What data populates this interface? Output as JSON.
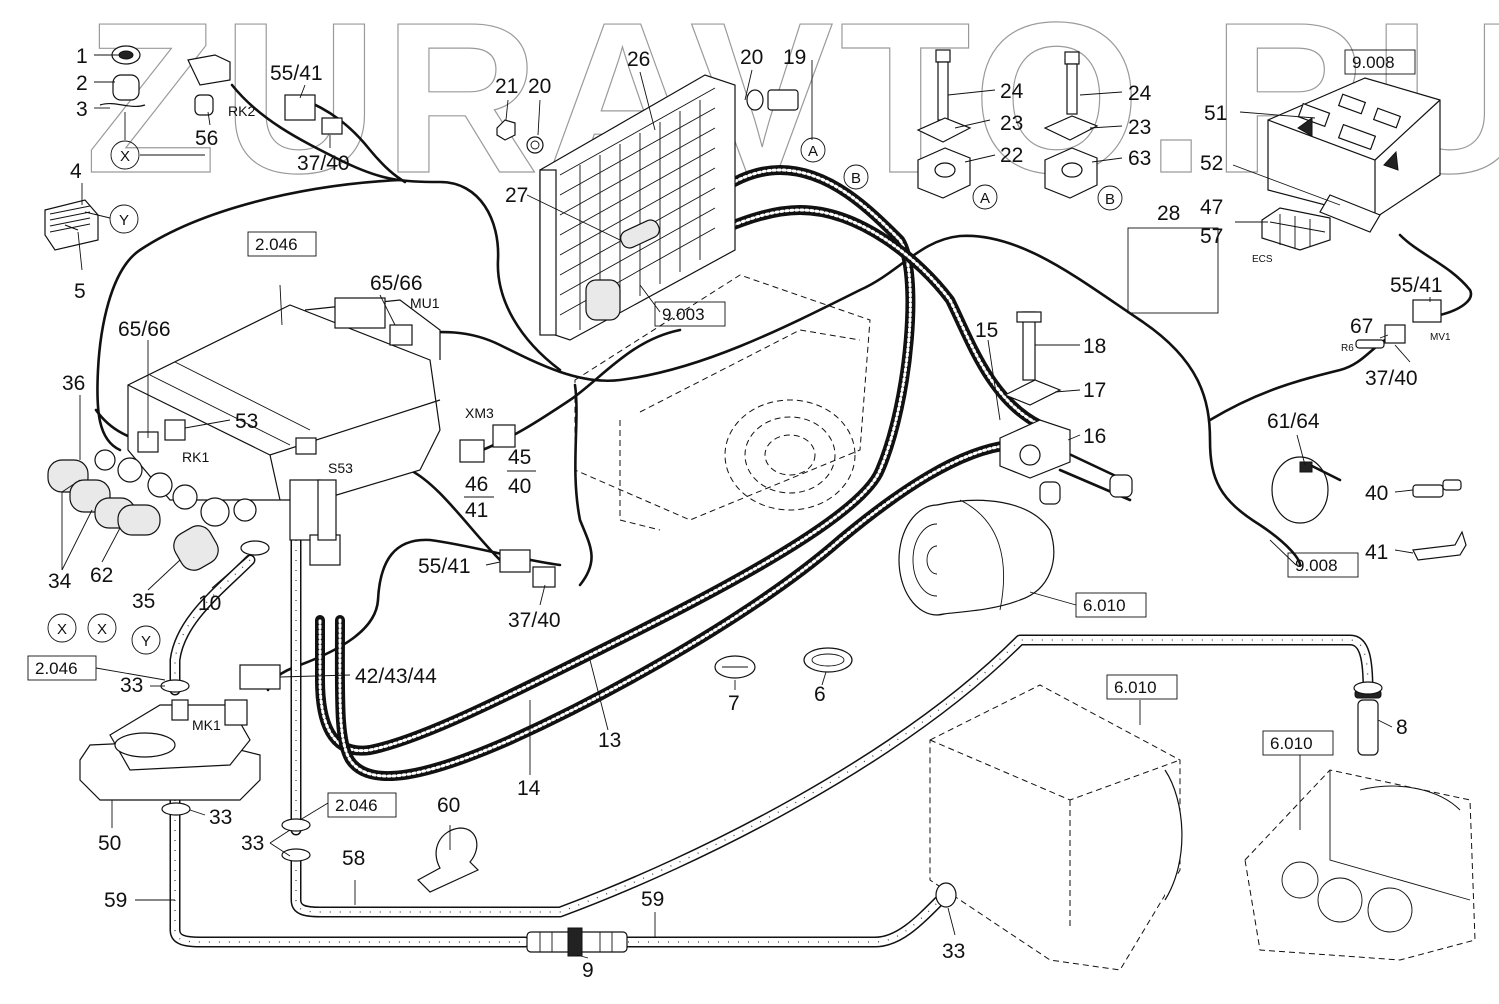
{
  "watermark": "ZURAVTO.RU",
  "callouts": [
    {
      "id": "c-1",
      "text": "1"
    },
    {
      "id": "c-2",
      "text": "2"
    },
    {
      "id": "c-3",
      "text": "3"
    },
    {
      "id": "c-4",
      "text": "4"
    },
    {
      "id": "c-5",
      "text": "5"
    },
    {
      "id": "c-56",
      "text": "56"
    },
    {
      "id": "c-55-41-a",
      "text": "55/41"
    },
    {
      "id": "c-37-40-a",
      "text": "37/40"
    },
    {
      "id": "c-21",
      "text": "21"
    },
    {
      "id": "c-20-a",
      "text": "20"
    },
    {
      "id": "c-26",
      "text": "26"
    },
    {
      "id": "c-20-b",
      "text": "20"
    },
    {
      "id": "c-19",
      "text": "19"
    },
    {
      "id": "c-27",
      "text": "27"
    },
    {
      "id": "c-24-a",
      "text": "24"
    },
    {
      "id": "c-23-a",
      "text": "23"
    },
    {
      "id": "c-22",
      "text": "22"
    },
    {
      "id": "c-24-b",
      "text": "24"
    },
    {
      "id": "c-23-b",
      "text": "23"
    },
    {
      "id": "c-63",
      "text": "63"
    },
    {
      "id": "c-51",
      "text": "51"
    },
    {
      "id": "c-52",
      "text": "52"
    },
    {
      "id": "c-28",
      "text": "28"
    },
    {
      "id": "c-47",
      "text": "47"
    },
    {
      "id": "c-57",
      "text": "57"
    },
    {
      "id": "c-55-41-b",
      "text": "55/41"
    },
    {
      "id": "c-67",
      "text": "67"
    },
    {
      "id": "c-37-40-b",
      "text": "37/40"
    },
    {
      "id": "c-65-66-a",
      "text": "65/66"
    },
    {
      "id": "c-65-66-b",
      "text": "65/66"
    },
    {
      "id": "c-36",
      "text": "36"
    },
    {
      "id": "c-53",
      "text": "53"
    },
    {
      "id": "c-15",
      "text": "15"
    },
    {
      "id": "c-18",
      "text": "18"
    },
    {
      "id": "c-17",
      "text": "17"
    },
    {
      "id": "c-16",
      "text": "16"
    },
    {
      "id": "c-61-64",
      "text": "61/64"
    },
    {
      "id": "c-40",
      "text": "40"
    },
    {
      "id": "c-41",
      "text": "41"
    },
    {
      "id": "c-45",
      "text": "45"
    },
    {
      "id": "c-40-frac",
      "text": "40"
    },
    {
      "id": "c-46",
      "text": "46"
    },
    {
      "id": "c-41-frac",
      "text": "41"
    },
    {
      "id": "c-34",
      "text": "34"
    },
    {
      "id": "c-62",
      "text": "62"
    },
    {
      "id": "c-35",
      "text": "35"
    },
    {
      "id": "c-10",
      "text": "10"
    },
    {
      "id": "c-55-41-c",
      "text": "55/41"
    },
    {
      "id": "c-37-40-c",
      "text": "37/40"
    },
    {
      "id": "c-33-a",
      "text": "33"
    },
    {
      "id": "c-42-43-44",
      "text": "42/43/44"
    },
    {
      "id": "c-13",
      "text": "13"
    },
    {
      "id": "c-14",
      "text": "14"
    },
    {
      "id": "c-7",
      "text": "7"
    },
    {
      "id": "c-6",
      "text": "6"
    },
    {
      "id": "c-8",
      "text": "8"
    },
    {
      "id": "c-50",
      "text": "50"
    },
    {
      "id": "c-33-b",
      "text": "33"
    },
    {
      "id": "c-33-c",
      "text": "33"
    },
    {
      "id": "c-60",
      "text": "60"
    },
    {
      "id": "c-58",
      "text": "58"
    },
    {
      "id": "c-59-a",
      "text": "59"
    },
    {
      "id": "c-59-b",
      "text": "59"
    },
    {
      "id": "c-9",
      "text": "9"
    },
    {
      "id": "c-33-d",
      "text": "33"
    }
  ],
  "refBoxes": [
    {
      "id": "ref-9008-top",
      "text": "9.008"
    },
    {
      "id": "ref-2046-top",
      "text": "2.046"
    },
    {
      "id": "ref-9003",
      "text": "9.003"
    },
    {
      "id": "ref-9008-right",
      "text": "9.008"
    },
    {
      "id": "ref-6010-comp",
      "text": "6.010"
    },
    {
      "id": "ref-2046-left",
      "text": "2.046"
    },
    {
      "id": "ref-6010-heater",
      "text": "6.010"
    },
    {
      "id": "ref-6010-engine",
      "text": "6.010"
    },
    {
      "id": "ref-2046-bottom",
      "text": "2.046"
    }
  ],
  "circleMarkers": [
    {
      "id": "m-x-1",
      "text": "X"
    },
    {
      "id": "m-y-1",
      "text": "Y"
    },
    {
      "id": "m-a-1",
      "text": "A"
    },
    {
      "id": "m-b-1",
      "text": "B"
    },
    {
      "id": "m-a-2",
      "text": "A"
    },
    {
      "id": "m-b-2",
      "text": "B"
    },
    {
      "id": "m-x-2",
      "text": "X"
    },
    {
      "id": "m-x-3",
      "text": "X"
    },
    {
      "id": "m-y-2",
      "text": "Y"
    }
  ],
  "componentTags": {
    "rk2": "RK2",
    "mu1": "MU1",
    "ecs": "ECS",
    "mv1": "MV1",
    "r6": "R6",
    "xm3": "XM3",
    "rk1": "RK1",
    "s53": "S53",
    "mk1": "MK1"
  }
}
